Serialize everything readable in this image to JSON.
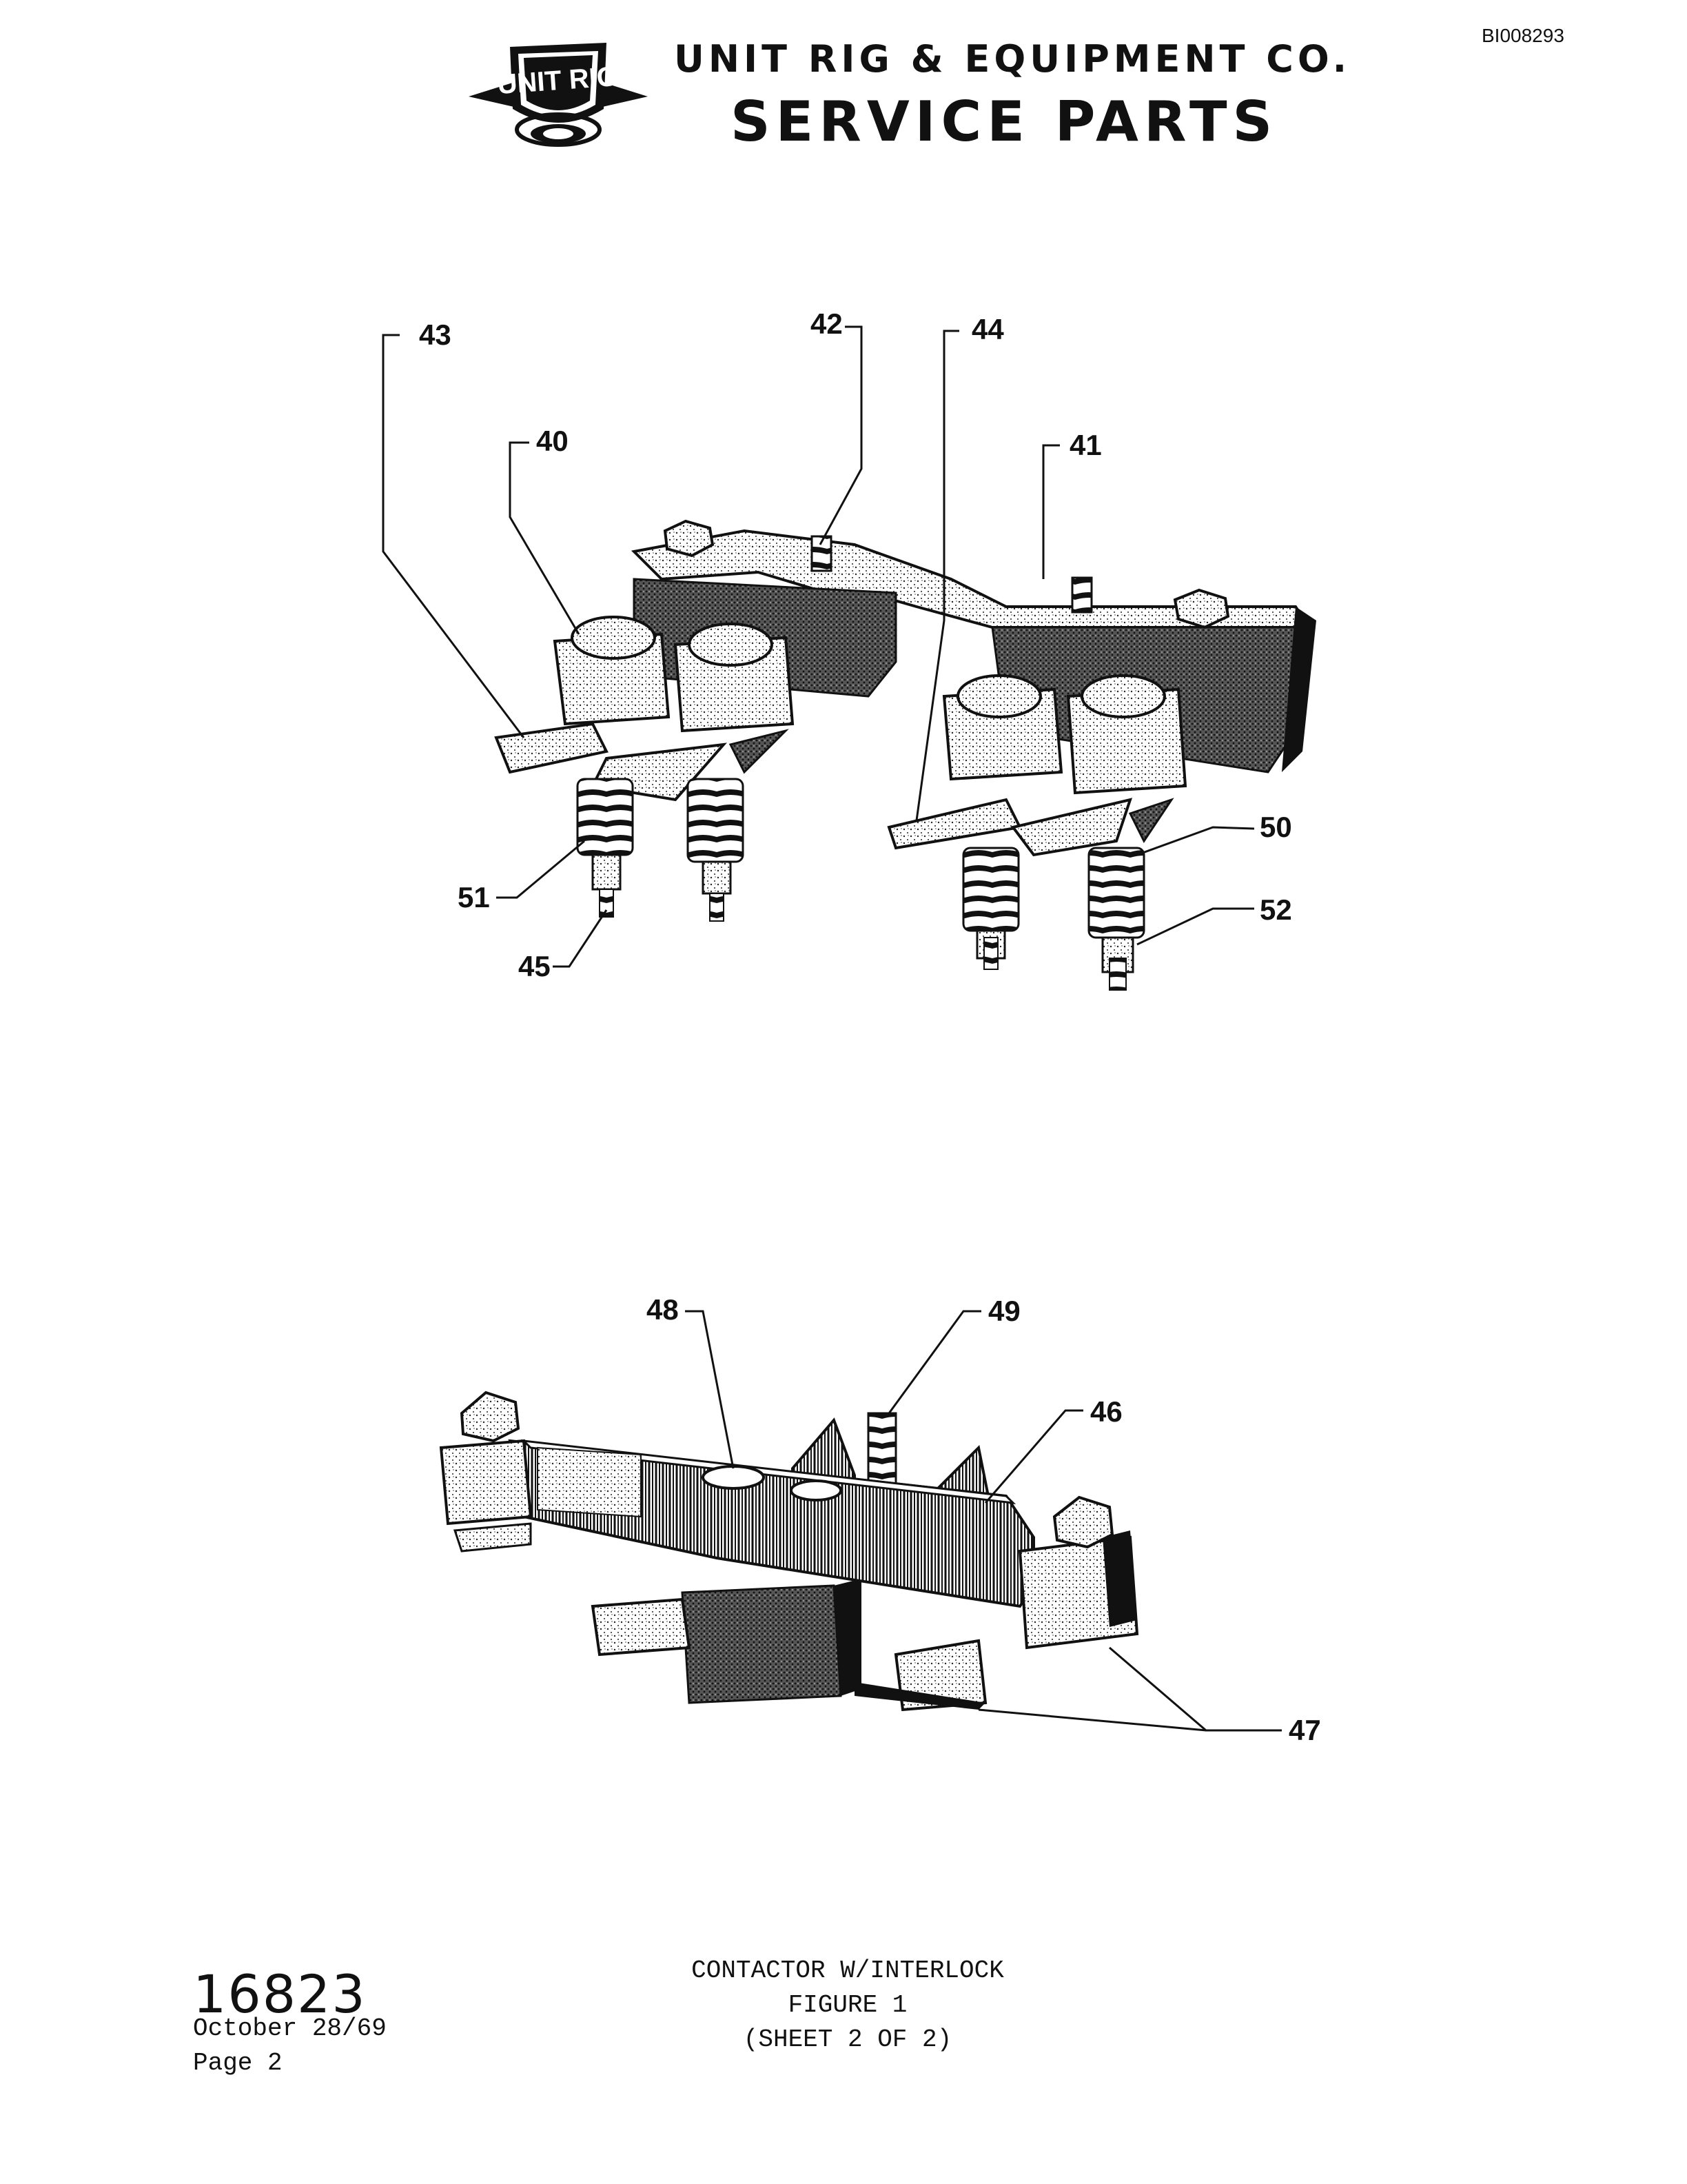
{
  "header": {
    "doc_id": "BI008293",
    "company": "UNIT RIG & EQUIPMENT CO.",
    "title": "SERVICE PARTS",
    "logo_text": "UNIT RIG"
  },
  "callouts": {
    "c40": "40",
    "c41": "41",
    "c42": "42",
    "c43": "43",
    "c44": "44",
    "c45": "45",
    "c46": "46",
    "c47": "47",
    "c48": "48",
    "c49": "49",
    "c50": "50",
    "c51": "51",
    "c52": "52"
  },
  "footer": {
    "number": "16823",
    "date": "October 28/69",
    "page": "Page 2",
    "caption_line1": "CONTACTOR W/INTERLOCK",
    "caption_line2": "FIGURE 1",
    "caption_line3": "(SHEET 2 OF 2)"
  }
}
